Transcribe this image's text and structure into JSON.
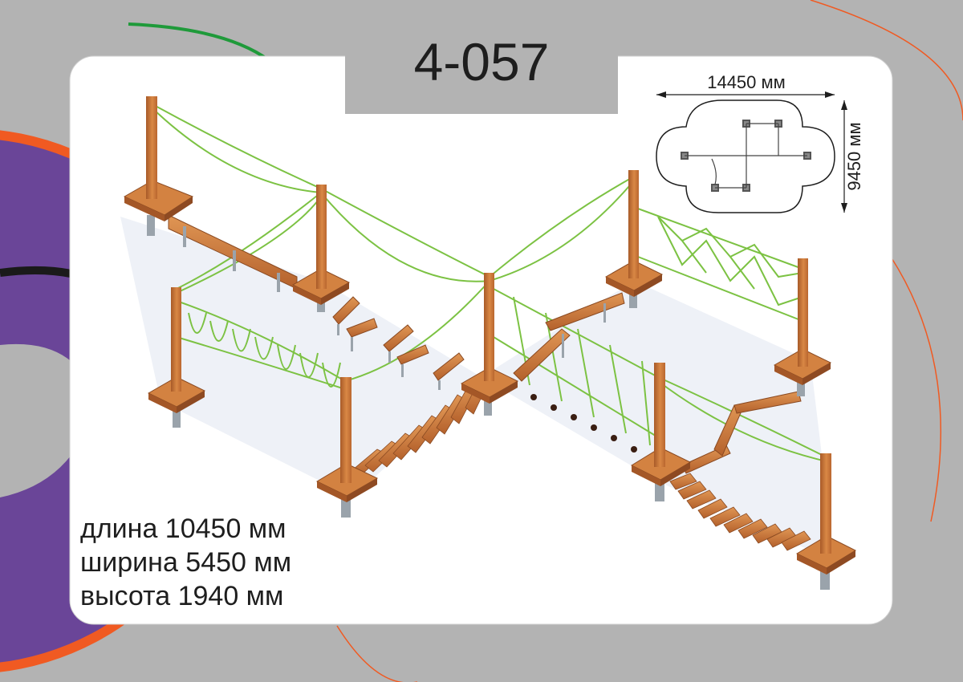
{
  "title": "4-057",
  "plan": {
    "width_label": "14450 мм",
    "height_label": "9450 мм"
  },
  "specs": [
    "длина 10450 мм",
    "ширина 5450 мм",
    "высота 1940 мм"
  ],
  "colors": {
    "background": "#b3b3b3",
    "card": "#ffffff",
    "purple": "#6a4598",
    "orange": "#f05a22",
    "green_rope": "#7cc243",
    "wood": "#c8743a",
    "wood_dark": "#9c5226",
    "metal": "#9aa3ab"
  }
}
